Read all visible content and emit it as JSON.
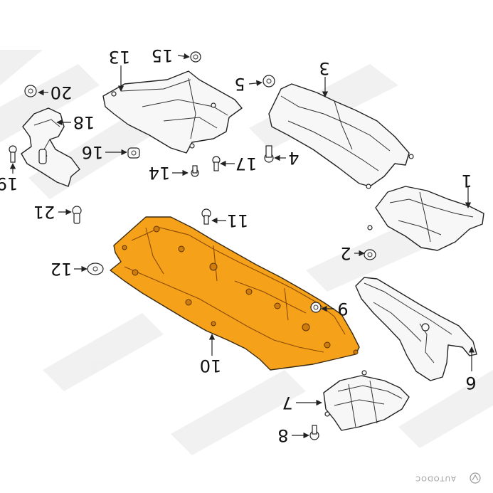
{
  "diagram": {
    "highlight_color": "#f5a21a",
    "callouts": [
      "13",
      "15",
      "3",
      "20",
      "5",
      "18",
      "16",
      "17",
      "4",
      "19",
      "14",
      "1",
      "21",
      "11",
      "12",
      "2",
      "9",
      "10",
      "6",
      "7",
      "8"
    ],
    "watermark": "AUTODOC"
  }
}
